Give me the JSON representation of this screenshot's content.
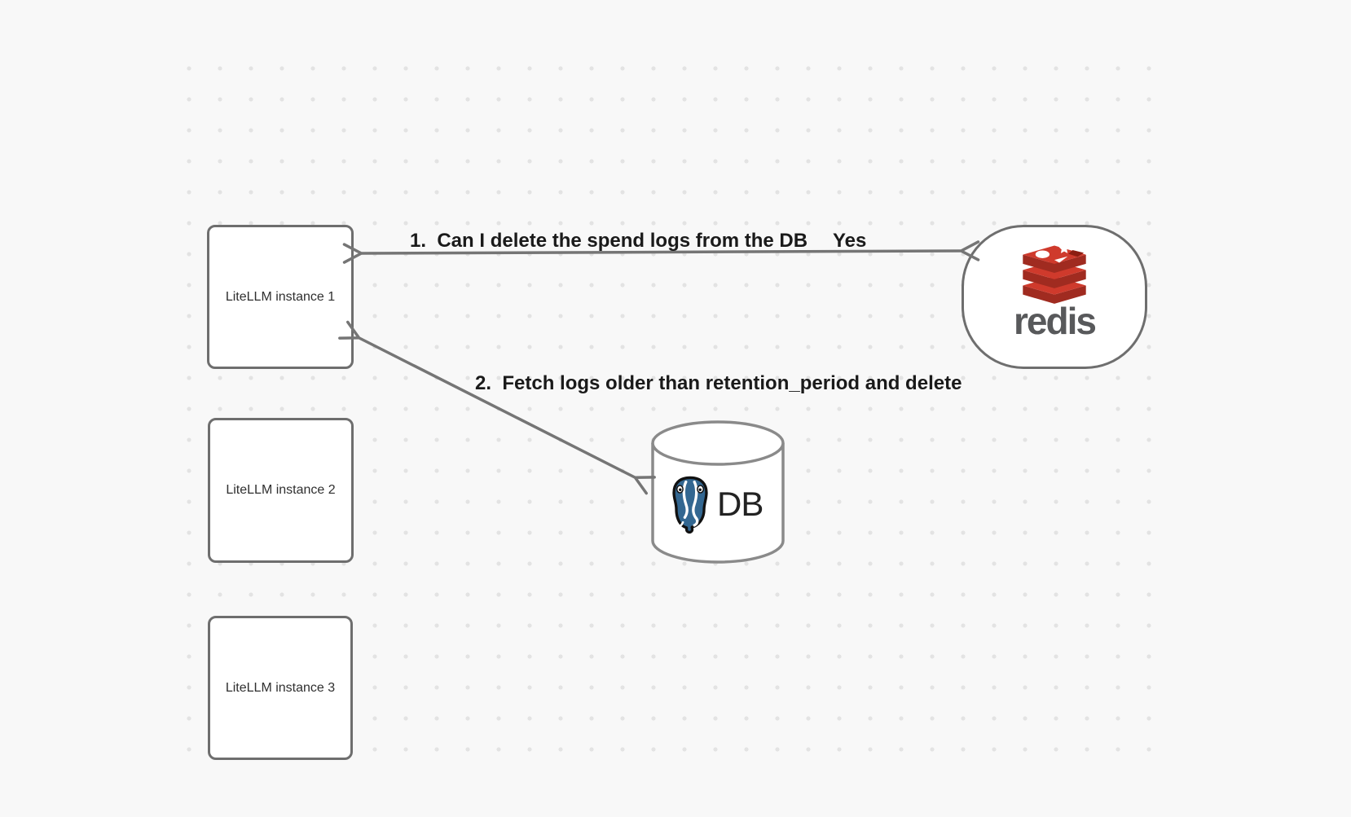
{
  "canvas": {
    "background": "#f8f8f8",
    "dot_color": "#e3e3e3",
    "type": "whiteboard-diagram"
  },
  "nodes": {
    "instances": [
      {
        "label": "LiteLLM instance 1"
      },
      {
        "label": "LiteLLM instance 2"
      },
      {
        "label": "LiteLLM instance 3"
      }
    ],
    "redis": {
      "wordmark": "redis",
      "icon": "redis-logo",
      "colors": {
        "layer_top": "#cf3a2c",
        "layer_side": "#a02b20",
        "notch": "#8c1e12",
        "wordmark": "#58595b"
      }
    },
    "db": {
      "label": "DB",
      "icon": "postgresql-logo",
      "colors": {
        "postgres_blue": "#336791",
        "outline": "#111111"
      }
    }
  },
  "edges": [
    {
      "id": "edge-1",
      "from": "redis",
      "to": "LiteLLM instance 1",
      "style": "double-headed",
      "label": "1.  Can I delete the spend logs from the DB",
      "response_label": "Yes"
    },
    {
      "id": "edge-2",
      "from": "LiteLLM instance 1",
      "to": "DB",
      "style": "double-headed",
      "label": "2.  Fetch logs older than retention_period and delete"
    }
  ],
  "colors": {
    "node_border": "#6e6e6e",
    "arrow": "#757575",
    "node_text": "#2f2f2f",
    "edge_text": "#1a1a1a"
  }
}
